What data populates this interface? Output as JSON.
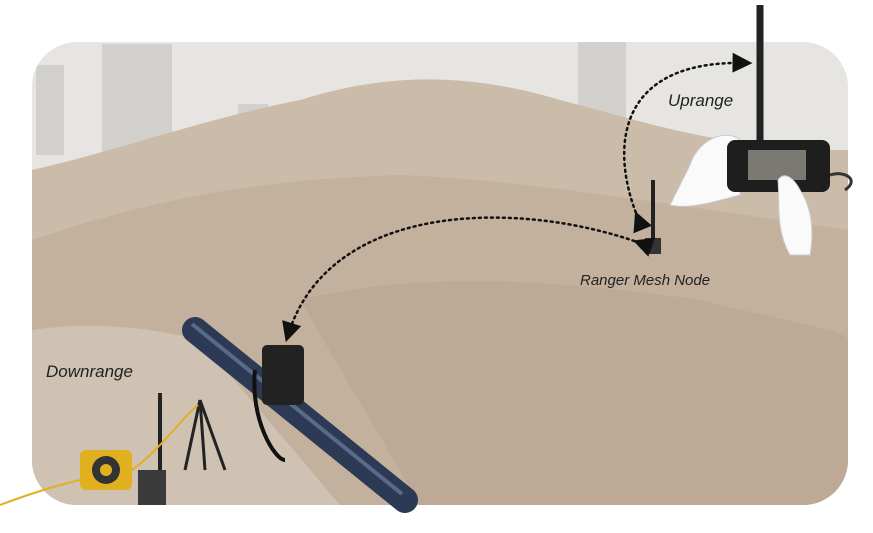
{
  "labels": {
    "uprange": "Uprange",
    "mesh_node": "Ranger Mesh Node",
    "downrange": "Downrange"
  },
  "colors": {
    "sky": "#e6e4e0",
    "soil": "#c9b8a6",
    "soil_dark": "#b5a28f",
    "pipe": "#2c3a55",
    "accent_yellow": "#e0b020",
    "arrow": "#111111"
  }
}
